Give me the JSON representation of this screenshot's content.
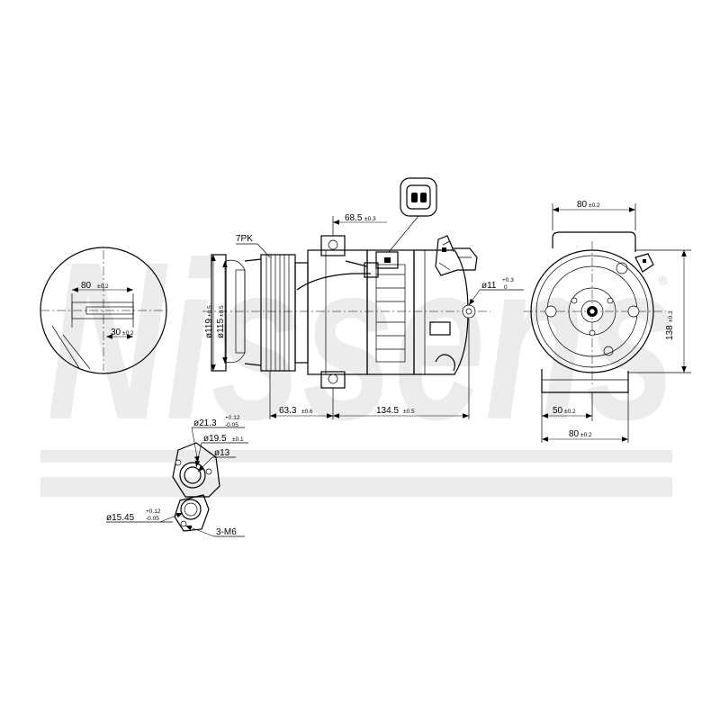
{
  "watermark": {
    "text": "Nissens",
    "registered_mark": "®"
  },
  "side_view": {
    "pulley_label": "7PK",
    "outer_diameter_main": "ø119",
    "outer_diameter_tol": "±0.5",
    "inner_diameter_main": "ø115",
    "inner_diameter_tol": "±0.5",
    "mount_distance_main": "68.5",
    "mount_distance_tol": "±0.3",
    "hole_diameter_main": "ø11",
    "hole_diameter_tol_upper": "+0.3",
    "hole_diameter_tol_lower": "0",
    "front_length_main": "63.3",
    "front_length_tol": "±0.6",
    "body_length_main": "134.5",
    "body_length_tol": "±0.5"
  },
  "detail_view": {
    "width_main": "80",
    "width_tol": "±0.2",
    "offset_main": "30",
    "offset_tol": "±0.2"
  },
  "front_view": {
    "top_width_main": "80",
    "top_width_tol": "±0.2",
    "height_main": "138",
    "height_tol": "±0.3",
    "base_width_main": "50",
    "base_width_tol": "±0.2",
    "bottom_width_main": "80",
    "bottom_width_tol": "±0.2"
  },
  "port_view": {
    "outer_port_main": "ø21.3",
    "outer_port_tol_upper": "+0.12",
    "outer_port_tol_lower": "-0.05",
    "inner_port_main": "ø19.5",
    "inner_port_tol": "±0.1",
    "bore": "ø13",
    "lower_port_main": "ø15.45",
    "lower_port_tol_upper": "+0.12",
    "lower_port_tol_lower": "-0.05",
    "thread": "3-M6"
  }
}
